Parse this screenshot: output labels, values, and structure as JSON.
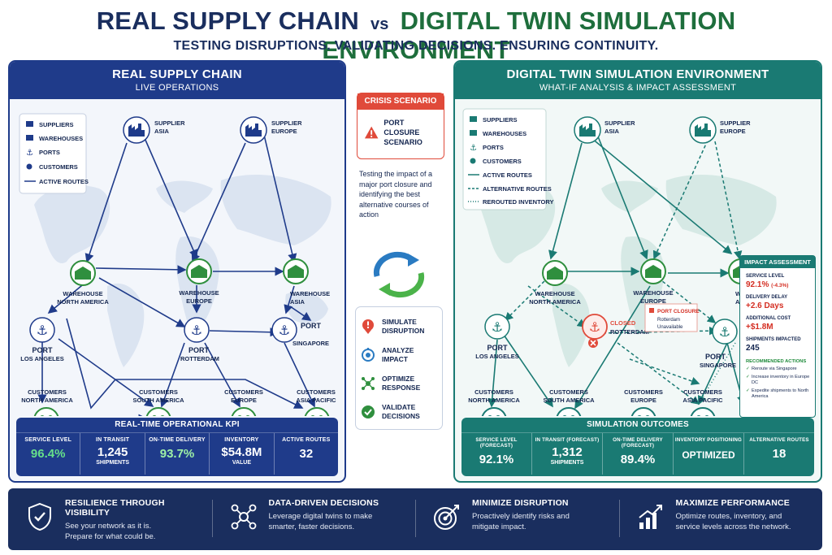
{
  "header": {
    "title_left": "REAL SUPPLY CHAIN",
    "vs": "vs",
    "title_right": "DIGITAL TWIN SIMULATION ENVIRONMENT",
    "subtitle": "TESTING DISRUPTIONS. VALIDATING DECISIONS. ENSURING CONTINUITY."
  },
  "left_panel": {
    "title": "REAL SUPPLY CHAIN",
    "subtitle": "LIVE OPERATIONS",
    "legend": [
      "SUPPLIERS",
      "WAREHOUSES",
      "PORTS",
      "CUSTOMERS",
      "ACTIVE ROUTES"
    ],
    "nodes": {
      "supplier_asia": [
        "SUPPLIER",
        "ASIA"
      ],
      "supplier_europe": [
        "SUPPLIER",
        "EUROPE"
      ],
      "wh_na": [
        "WAREHOUSE",
        "NORTH AMERICA"
      ],
      "wh_eu": [
        "WAREHOUSE",
        "EUROPE"
      ],
      "wh_asia": [
        "WAREHOUSE",
        "ASIA"
      ],
      "port_la": [
        "PORT",
        "LOS ANGELES"
      ],
      "port_rot": [
        "PORT",
        "ROTTERDAM"
      ],
      "port_sg": [
        "PORT",
        "SINGAPORE"
      ],
      "cust_na": [
        "CUSTOMERS",
        "NORTH AMERICA"
      ],
      "cust_sa": [
        "CUSTOMERS",
        "SOUTH AMERICA"
      ],
      "cust_eu": [
        "CUSTOMERS",
        "EUROPE"
      ],
      "cust_ap": [
        "CUSTOMERS",
        "ASIA PACIFIC"
      ]
    },
    "kpi": {
      "title": "REAL-TIME OPERATIONAL KPI",
      "cells": [
        {
          "label": "SERVICE LEVEL",
          "value": "96.4%",
          "sub": ""
        },
        {
          "label": "IN TRANSIT",
          "value": "1,245",
          "sub": "SHIPMENTS"
        },
        {
          "label": "ON-TIME DELIVERY",
          "value": "93.7%",
          "sub": ""
        },
        {
          "label": "INVENTORY",
          "value": "$54.8M",
          "sub": "VALUE"
        },
        {
          "label": "ACTIVE ROUTES",
          "value": "32",
          "sub": ""
        }
      ]
    }
  },
  "center": {
    "crisis_label": "CRISIS SCENARIO",
    "crisis_text": [
      "PORT CLOSURE",
      "SCENARIO"
    ],
    "description": "Testing the impact of a major port closure and identifying the best alternative courses of action",
    "steps": [
      [
        "SIMULATE",
        "DISRUPTION"
      ],
      [
        "ANALYZE",
        "IMPACT"
      ],
      [
        "OPTIMIZE",
        "RESPONSE"
      ],
      [
        "VALIDATE",
        "DECISIONS"
      ]
    ]
  },
  "right_panel": {
    "title": "DIGITAL TWIN SIMULATION ENVIRONMENT",
    "subtitle": "WHAT-IF ANALYSIS & IMPACT ASSESSMENT",
    "legend": [
      "SUPPLIERS",
      "WAREHOUSES",
      "PORTS",
      "CUSTOMERS",
      "ACTIVE ROUTES",
      "ALTERNATIVE ROUTES",
      "REROUTED INVENTORY"
    ],
    "closed_label": "CLOSED",
    "closed_port": "ROTTERDAM",
    "closure_note": [
      "PORT CLOSURE",
      "Rotterdam",
      "Unavailable"
    ],
    "impact": {
      "title": "IMPACT ASSESSMENT",
      "service_level_label": "SERVICE LEVEL",
      "service_level_value": "92.1%",
      "service_level_delta": "(-4.3%)",
      "delivery_delay_label": "DELIVERY DELAY",
      "delivery_delay_value": "+2.6 Days",
      "additional_cost_label": "ADDITIONAL COST",
      "additional_cost_value": "+$1.8M",
      "shipments_label": "SHIPMENTS IMPACTED",
      "shipments_value": "245",
      "recommended_title": "RECOMMENDED ACTIONS",
      "recommended": [
        "Reroute via Singapore",
        "Increase inventory in Europe DC",
        "Expedite shipments to North America"
      ]
    },
    "kpi": {
      "title": "SIMULATION OUTCOMES",
      "cells": [
        {
          "label": "SERVICE LEVEL (FORECAST)",
          "value": "92.1%",
          "sub": ""
        },
        {
          "label": "IN TRANSIT (FORECAST)",
          "value": "1,312",
          "sub": "SHIPMENTS"
        },
        {
          "label": "ON-TIME DELIVERY (FORECAST)",
          "value": "89.4%",
          "sub": ""
        },
        {
          "label": "INVENTORY POSITIONING",
          "value": "OPTIMIZED",
          "sub": ""
        },
        {
          "label": "ALTERNATIVE ROUTES",
          "value": "18",
          "sub": ""
        }
      ]
    }
  },
  "banner": [
    {
      "title": "RESILIENCE THROUGH VISIBILITY",
      "desc": [
        "See your network as it is.",
        "Prepare for what could be."
      ],
      "icon": "shield-check-icon"
    },
    {
      "title": "DATA-DRIVEN DECISIONS",
      "desc": [
        "Leverage digital twins to make",
        "smarter, faster decisions."
      ],
      "icon": "network-nodes-icon"
    },
    {
      "title": "MINIMIZE DISRUPTION",
      "desc": [
        "Proactively identify risks and",
        "mitigate impact."
      ],
      "icon": "target-icon"
    },
    {
      "title": "MAXIMIZE PERFORMANCE",
      "desc": [
        "Optimize routes, inventory, and",
        "service levels across the network."
      ],
      "icon": "growth-chart-icon"
    }
  ],
  "colors": {
    "navy": "#1f3b8a",
    "teal": "#1a7a73",
    "green_node": "#2f8f3e",
    "crisis_red": "#e04a3a"
  }
}
